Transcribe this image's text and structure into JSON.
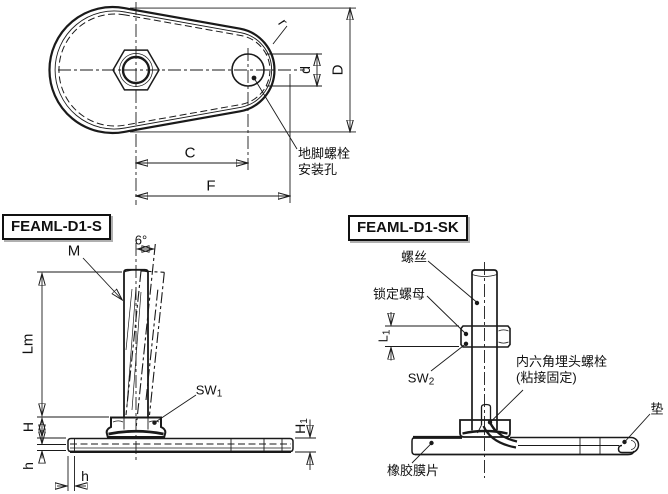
{
  "colors": {
    "line": "#1a1a1a",
    "background": "#ffffff"
  },
  "top_view": {
    "labels": {
      "radius": "r",
      "hole_dia": "d",
      "overall_dia": "D",
      "center_dist": "C",
      "overall_len": "F",
      "hole_note_line1": "地脚螺栓",
      "hole_note_line2": "安装孔"
    }
  },
  "side_view_s": {
    "title": "FEAML-D1-S",
    "labels": {
      "tilt_angle": "6°",
      "thread": "M",
      "bolt_length": "Lm",
      "sw1": {
        "base": "SW",
        "sub": "1"
      },
      "height_H": "H",
      "rubber_thickness": "h",
      "edge_thickness": "h",
      "h1": {
        "base": "H",
        "sub": "1"
      }
    }
  },
  "side_view_sk": {
    "title": "FEAML-D1-SK",
    "labels": {
      "screw": "螺丝",
      "lock_nut": "锁定螺母",
      "l1": {
        "base": "L",
        "sub": "1"
      },
      "sw2": {
        "base": "SW",
        "sub": "2"
      },
      "bolt_note_line1": "内六角埋头螺栓",
      "bolt_note_line2": "(粘接固定)",
      "washer": "垫",
      "rubber_sheet": "橡胶膜片"
    }
  }
}
